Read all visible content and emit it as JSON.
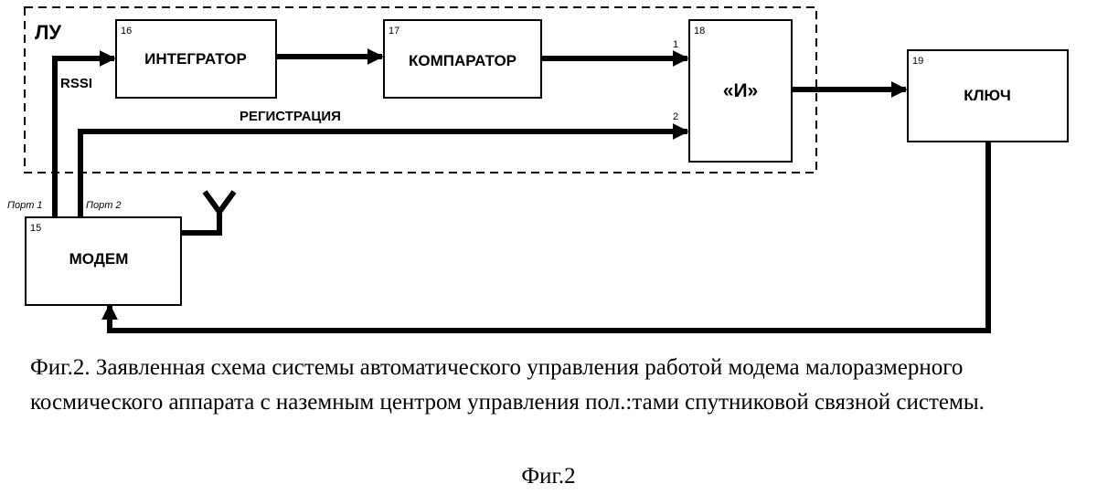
{
  "diagram": {
    "group_label": "ЛУ",
    "signal_rssi": "RSSI",
    "signal_registration": "РЕГИСТРАЦИЯ",
    "port1": "Порт 1",
    "port2": "Порт 2",
    "and_input1": "1",
    "and_input2": "2",
    "blocks": {
      "integrator": {
        "num": "16",
        "label": "ИНТЕГРАТОР"
      },
      "comparator": {
        "num": "17",
        "label": "КОМПАРАТОР"
      },
      "and_gate": {
        "num": "18",
        "label": "«И»"
      },
      "key": {
        "num": "19",
        "label": "КЛЮЧ"
      },
      "modem": {
        "num": "15",
        "label": "МОДЕМ"
      }
    }
  },
  "caption": {
    "text": "Фиг.2. Заявленная схема системы автоматического управления работой модема малоразмерного космического аппарата с наземным центром управления пол.:тами спутниковой связной системы.",
    "figure_label": "Фиг.2"
  }
}
